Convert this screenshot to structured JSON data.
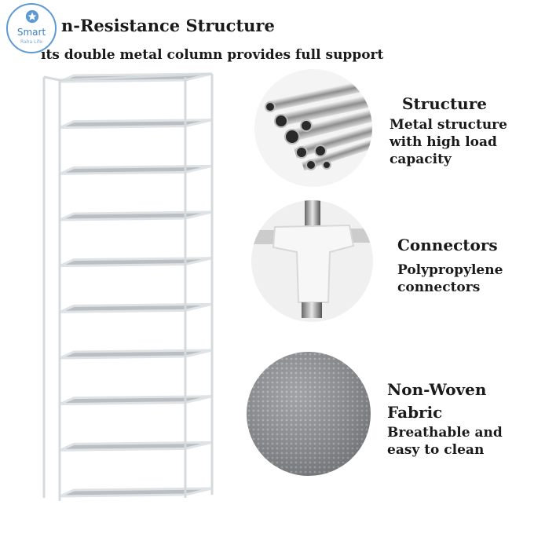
{
  "logo": {
    "brand": "Smart",
    "sub": "Raha Life",
    "color": "#3d7fc1"
  },
  "headline": "n-Resistance Structure",
  "subline": "ıts double metal column provides full support",
  "product": {
    "shelf_count": 10,
    "frame_color": "#dfe3e6",
    "shelf_color": "#b9bfc2"
  },
  "features": [
    {
      "icon": "metal-tubes-image",
      "title": "Structure",
      "description": "Metal structure\nwith high load\ncapacity"
    },
    {
      "icon": "plastic-connector-image",
      "title": "Connectors",
      "description": "Polypropylene\nconnectors"
    },
    {
      "icon": "fabric-texture-image",
      "title": "Non-Woven\nFabric",
      "description": "Breathable and\neasy to clean"
    }
  ]
}
